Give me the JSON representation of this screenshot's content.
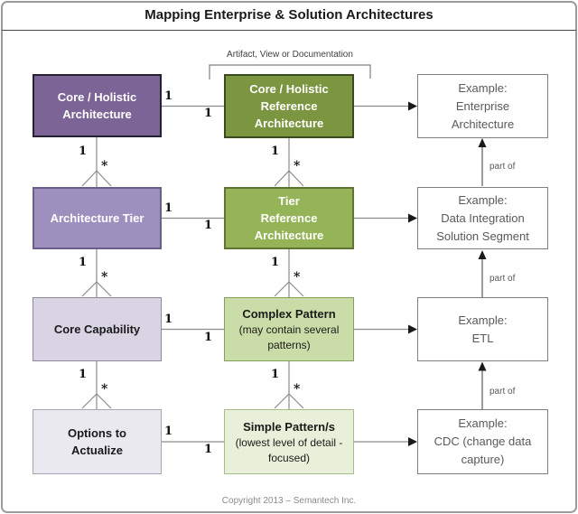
{
  "title": "Mapping Enterprise & Solution Architectures",
  "bracket": {
    "label": "Artifact, View or Documentation"
  },
  "cardinality": {
    "one": "1",
    "many": "*"
  },
  "labels": {
    "part_of": "part of"
  },
  "copyright": "Copyright 2013 – Semantech Inc.",
  "palette": {
    "connector_line": "#8c8c8c",
    "arrowhead": "#1a1a1a",
    "example_text": "#595959",
    "frame_border": "#9b9b9b",
    "title_rule": "#4a4a4a",
    "title_text": "#1a1a1a",
    "copyright_text": "#8a8a8a"
  },
  "rows": [
    {
      "left": {
        "lines": [
          "Core / Holistic",
          "Architecture"
        ],
        "fill": "#7c6496",
        "border": "#262033",
        "text": "#ffffff"
      },
      "middle": {
        "lines": [
          "Core / Holistic",
          "Reference",
          "Architecture"
        ],
        "fill": "#7b9540",
        "border": "#394a1c",
        "text": "#ffffff"
      },
      "right": {
        "lines": [
          "Example:",
          "Enterprise",
          "Architecture"
        ],
        "fill": "#ffffff",
        "border": "#7f7f7f",
        "text": "#595959"
      }
    },
    {
      "left": {
        "lines": [
          "Architecture Tier"
        ],
        "fill": "#9e90be",
        "border": "#6b5f8a",
        "text": "#ffffff"
      },
      "middle": {
        "lines": [
          "Tier",
          "Reference",
          "Architecture"
        ],
        "fill": "#94b457",
        "border": "#5d7530",
        "text": "#ffffff"
      },
      "right": {
        "lines": [
          "Example:",
          "Data Integration",
          "Solution Segment"
        ],
        "fill": "#ffffff",
        "border": "#7f7f7f",
        "text": "#595959"
      }
    },
    {
      "left": {
        "lines": [
          "Core Capability"
        ],
        "fill": "#d9d4e3",
        "border": "#8e87a0",
        "text": "#1a1a1a"
      },
      "middle": {
        "lines": [
          "Complex Pattern",
          "(may contain several",
          "patterns)"
        ],
        "fill": "#cadca7",
        "border": "#84a055",
        "text": "#1a1a1a"
      },
      "right": {
        "lines": [
          "Example:",
          "ETL"
        ],
        "fill": "#ffffff",
        "border": "#7f7f7f",
        "text": "#595959"
      }
    },
    {
      "left": {
        "lines": [
          "Options to",
          "Actualize"
        ],
        "fill": "#eae9f0",
        "border": "#a7a5b2",
        "text": "#1a1a1a"
      },
      "middle": {
        "lines": [
          "Simple Pattern/s",
          "(lowest level of detail -",
          "focused)"
        ],
        "fill": "#e8f0da",
        "border": "#a8bd8b",
        "text": "#1a1a1a"
      },
      "right": {
        "lines": [
          "Example:",
          "CDC (change data",
          "capture)"
        ],
        "fill": "#ffffff",
        "border": "#7f7f7f",
        "text": "#595959"
      }
    }
  ]
}
